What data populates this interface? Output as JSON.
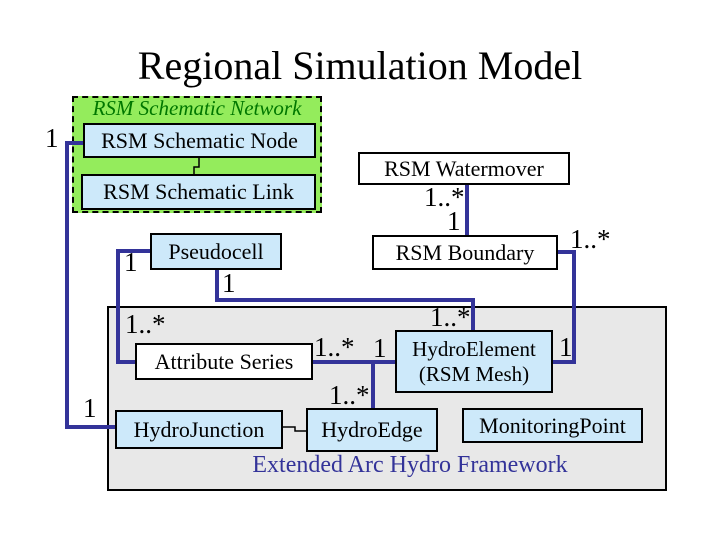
{
  "title": "Regional Simulation Model",
  "colors": {
    "green_fill": "#94EC5C",
    "green_text": "#007700",
    "blue_fill": "#CDE9FA",
    "gray_fill": "#E8E8E8",
    "line": "#333399",
    "navy_text": "#333399"
  },
  "groups": {
    "schematic_network": "RSM Schematic Network",
    "arc_hydro": "Extended Arc Hydro Framework"
  },
  "nodes": {
    "schematic_node": "RSM Schematic Node",
    "schematic_link": "RSM Schematic Link",
    "pseudocell": "Pseudocell",
    "watermover": "RSM Watermover",
    "boundary": "RSM Boundary",
    "attribute_series": "Attribute Series",
    "hydro_element": {
      "line1": "HydroElement",
      "line2": "(RSM Mesh)"
    },
    "hydro_junction": "HydroJunction",
    "hydro_edge": "HydroEdge",
    "monitoring_point": "MonitoringPoint"
  },
  "multiplicities": {
    "one": "1",
    "one_to_many": "1..*"
  }
}
